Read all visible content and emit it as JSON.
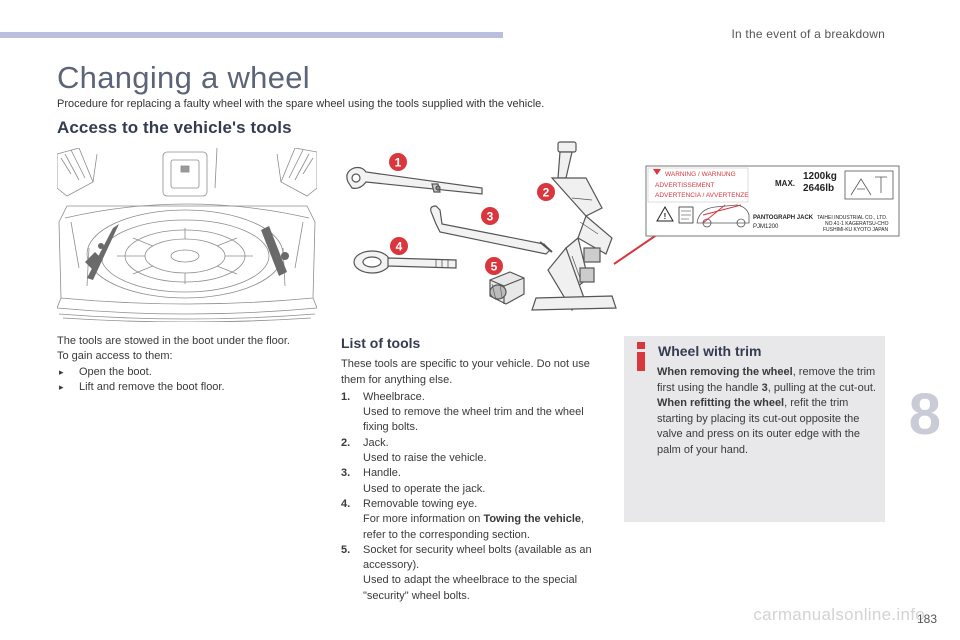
{
  "header": {
    "section_title": "In the event of a breakdown",
    "page_number": "183"
  },
  "title": "Changing a wheel",
  "intro": "Procedure for replacing a faulty wheel with the spare wheel using the tools supplied with the vehicle.",
  "access": {
    "heading": "Access to the vehicle's tools",
    "text": "The tools are stowed in the boot under the floor.",
    "steps_intro": "To gain access to them:",
    "steps": [
      "Open the boot.",
      "Lift and remove the boot floor."
    ]
  },
  "tools_figure": {
    "callouts": [
      "1",
      "2",
      "3",
      "4",
      "5"
    ]
  },
  "jack_label": {
    "warning_lines": [
      "WARNING / WARNUNG",
      "ADVERTISSEMENT",
      "ADVERTENCIA / AVVERTENZE"
    ],
    "max_label": "MAX.",
    "capacity": [
      "1200kg",
      "2646lb"
    ],
    "product": "PANTOGRAPH JACK",
    "code": "PJM1200",
    "maker": [
      "TAIHEI INDUSTRIAL CO., LTD.",
      "NO.41-1 KAGERATSU-CHO",
      "FUSHIMI-KU KYOTO JAPAN"
    ]
  },
  "list_of_tools": {
    "heading": "List of tools",
    "intro": "These tools are specific to your vehicle. Do not use them for anything else.",
    "items": [
      {
        "num": "1.",
        "name": "Wheelbrace.",
        "desc": "Used to remove the wheel trim and the wheel fixing bolts."
      },
      {
        "num": "2.",
        "name": "Jack.",
        "desc": "Used to raise the vehicle."
      },
      {
        "num": "3.",
        "name": "Handle.",
        "desc": "Used to operate the jack."
      },
      {
        "num": "4.",
        "name": "Removable towing eye.",
        "desc_pre": "For more information on ",
        "desc_bold": "Towing the vehicle",
        "desc_post": ", refer to the corresponding section."
      },
      {
        "num": "5.",
        "name": "Socket for security wheel bolts (available as an accessory).",
        "desc": "Used to adapt the wheelbrace to the special \"security\" wheel bolts."
      }
    ]
  },
  "wheel_trim": {
    "heading": "Wheel with trim",
    "removing_bold": "When removing the wheel",
    "removing_a": ", remove the trim first using the handle ",
    "removing_num": "3",
    "removing_b": ", pulling at the cut-out.",
    "refitting_bold": "When refitting the wheel",
    "refitting_text": ", refit the trim starting by placing its cut-out opposite the valve and press on its outer edge with the palm of your hand."
  },
  "chapter_number": "8",
  "watermark": "carmanualsonline.info",
  "colors": {
    "accent_red": "#d9363e",
    "heading_navy": "#343c52",
    "title_gray": "#5b6478",
    "info_box": "#e8e8ea",
    "top_rule": "#b9bfdc"
  }
}
